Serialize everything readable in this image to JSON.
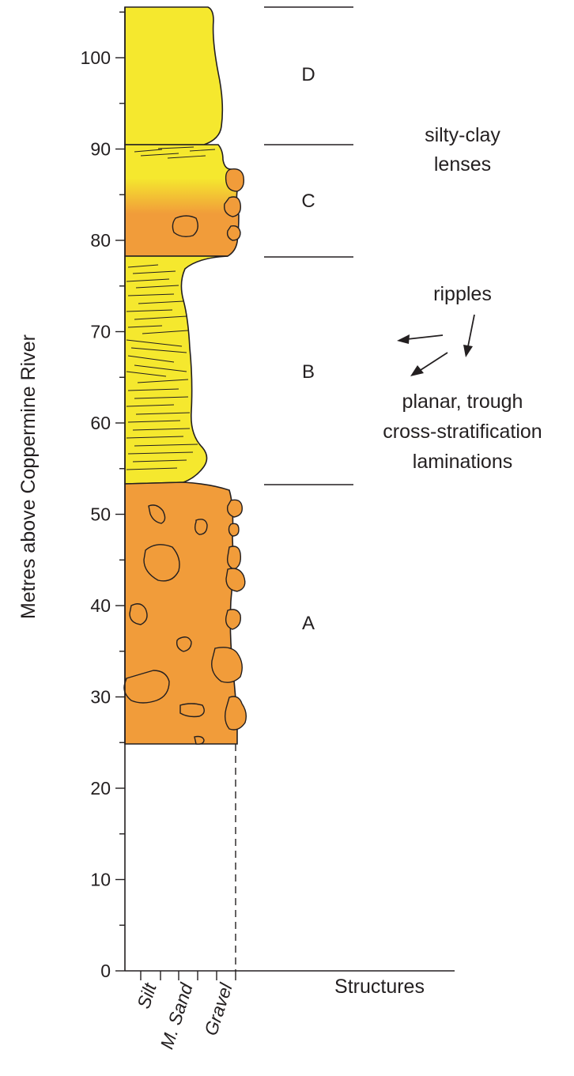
{
  "y_axis": {
    "title": "Metres above Coppermine River",
    "min": 0,
    "max": 105,
    "ticks": [
      0,
      10,
      20,
      30,
      40,
      50,
      60,
      70,
      80,
      90,
      100
    ]
  },
  "grain_size_labels": [
    "Silt",
    "M. Sand",
    "Gravel"
  ],
  "structures_label": "Structures",
  "units": [
    {
      "label": "A",
      "base_m": 24,
      "top_m": 53
    },
    {
      "label": "B",
      "base_m": 53,
      "top_m": 78
    },
    {
      "label": "C",
      "base_m": 78,
      "top_m": 90.5
    },
    {
      "label": "D",
      "base_m": 90.5,
      "top_m": 105.5
    }
  ],
  "structures": {
    "unit_c": [
      "silty-clay",
      "lenses"
    ],
    "unit_b_top": "ripples",
    "unit_b_bottom": [
      "planar, trough",
      "cross-stratification",
      "laminations"
    ]
  },
  "colors": {
    "gravel": "#f19c3a",
    "sand": "#f5e82e",
    "outline": "#231f20"
  }
}
